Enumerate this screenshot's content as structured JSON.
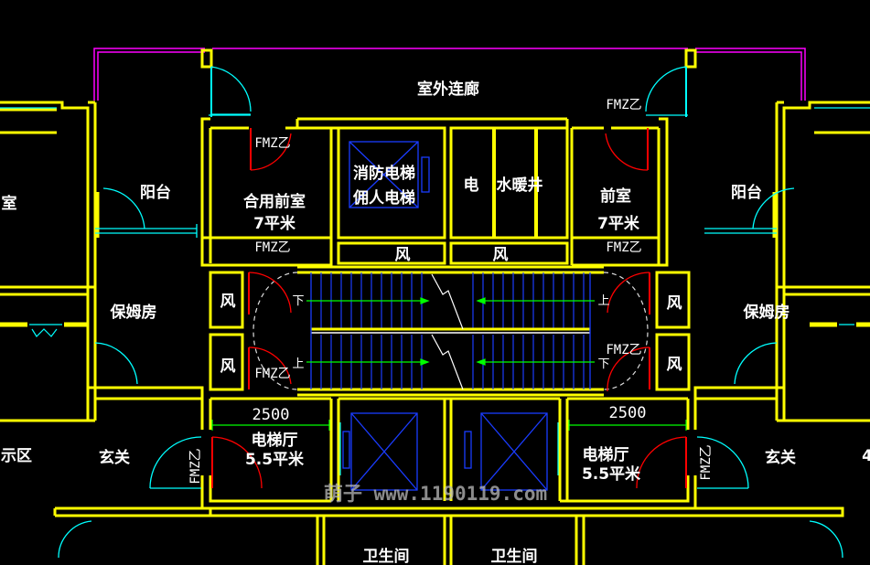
{
  "colors": {
    "background": "#000000",
    "wall": "#ffff00",
    "door_leaf": "#ff0000",
    "door_swing": "#00ffff",
    "balustrade": "#ff00ff",
    "stair": "#1a3cff",
    "shaft": "#1a3cff",
    "dimension": "#00ff00",
    "dashed": "#dddddd",
    "text": "#ffffff"
  },
  "rooms": {
    "outdoor_corridor": "室外连廊",
    "balcony": "阳台",
    "shared_lobby": "合用前室",
    "shared_lobby_area": "7平米",
    "fire_lift": "消防电梯",
    "service_lift": "佣人电梯",
    "electric_shaft": "电",
    "water_heating_shaft": "水暖井",
    "front_room": "前室",
    "front_room_area": "7平米",
    "air_shaft": "风",
    "nanny_room": "保姆房",
    "lift_hall": "电梯厅",
    "lift_hall_area": "5.5平米",
    "entrance": "玄关",
    "bathroom": "卫生间",
    "partial_left_top": "室",
    "partial_left_bottom": "示区",
    "partial_right_bottom": "4"
  },
  "doors": {
    "fire_door_tag": "FMZ",
    "fire_door_suffix": "乙"
  },
  "stairs": {
    "down": "下",
    "up": "上"
  },
  "dimensions": {
    "left_lift_hall": "2500",
    "right_lift_hall": "2500"
  },
  "watermark": {
    "text": "萌子 www.1190119.com"
  }
}
